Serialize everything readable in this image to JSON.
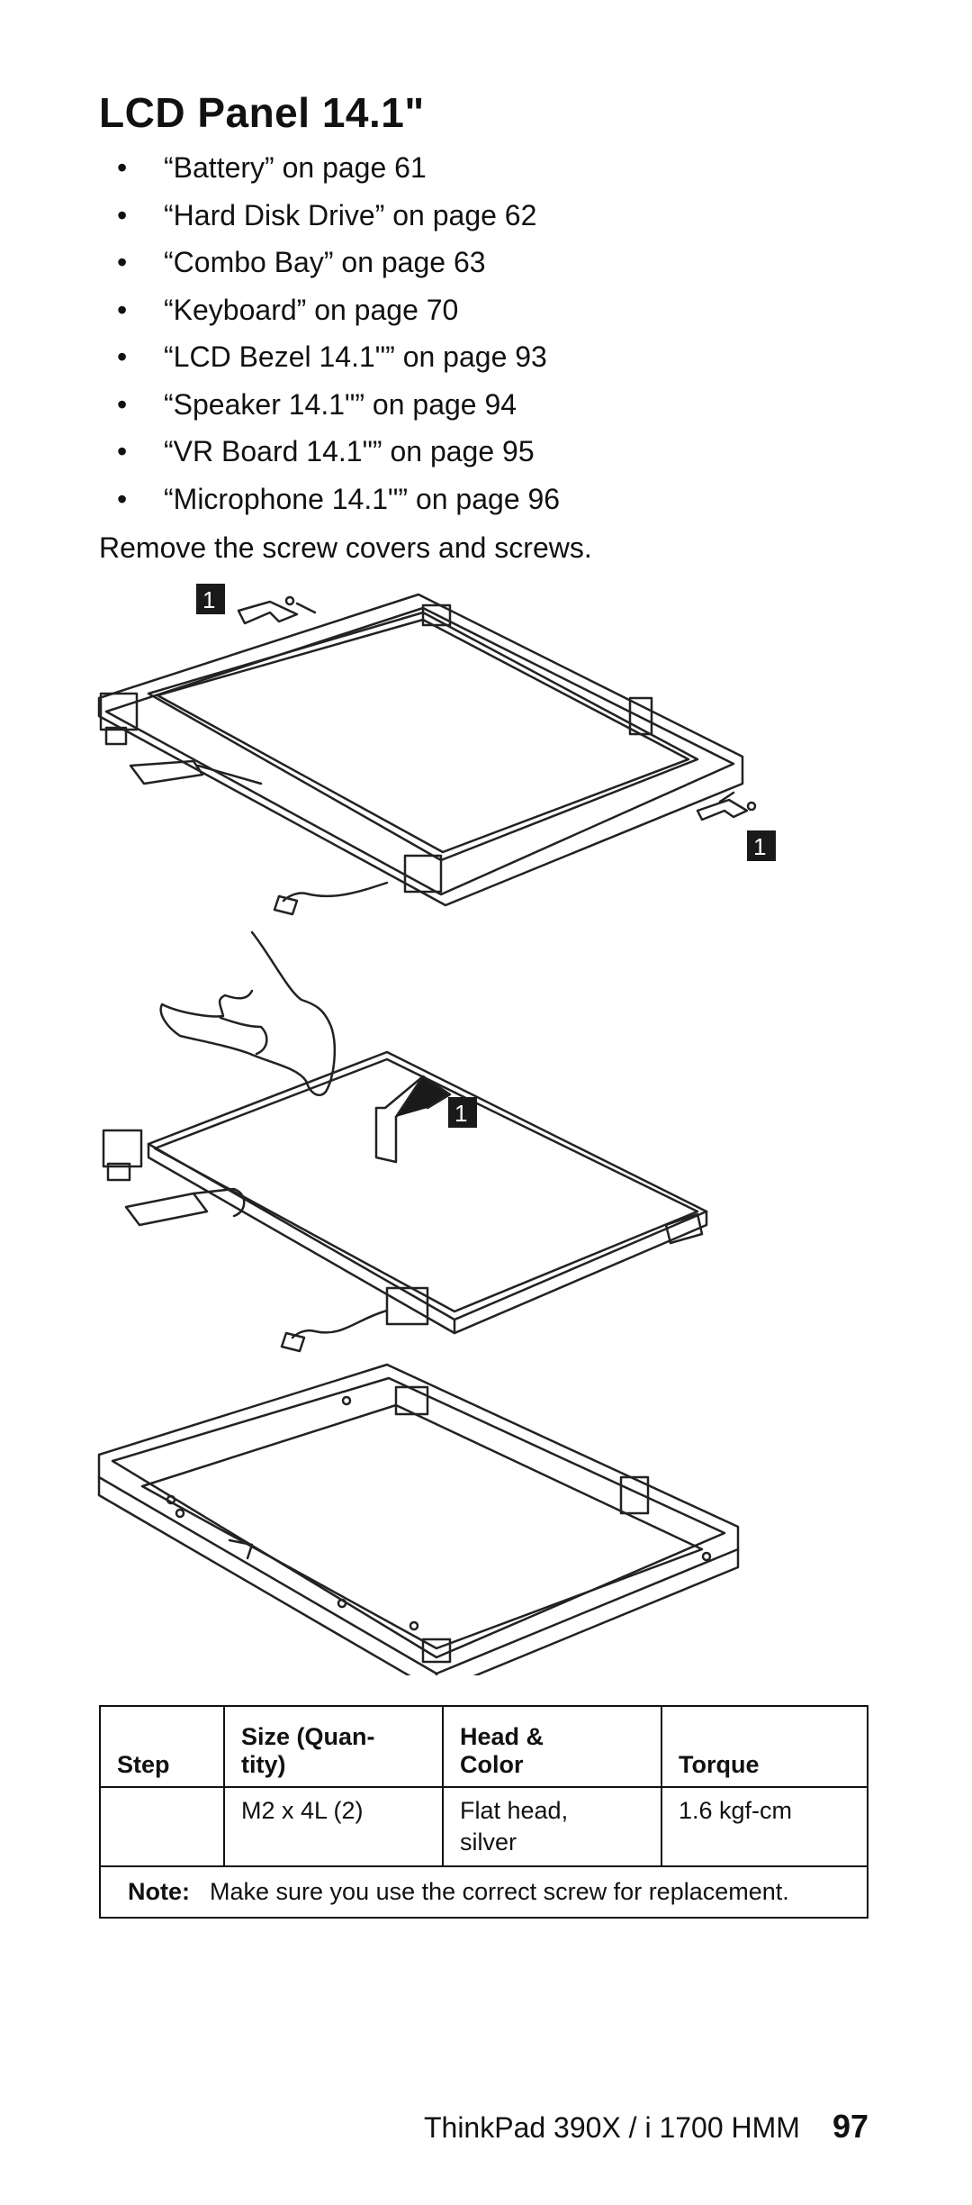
{
  "title": "LCD Panel 14.1\"",
  "prerequisites": [
    "“Battery” on page  61",
    "“Hard Disk Drive” on page  62",
    "“Combo Bay” on page  63",
    "“Keyboard” on page  70",
    "“LCD Bezel 14.1\"” on page  93",
    "“Speaker 14.1\"” on page  94",
    "“VR Board 14.1\"” on page  95",
    "“Microphone 14.1\"” on page  96"
  ],
  "instruction": "Remove the screw covers and screws.",
  "figure": {
    "callouts": [
      "1",
      "1",
      "1"
    ]
  },
  "table": {
    "headers": [
      "Step",
      "Size (Quan-\ntity)",
      "Head &\nColor",
      "Torque"
    ],
    "rows": [
      [
        "",
        "M2 x 4L (2)",
        "Flat head,\nsilver",
        "1.6 kgf-cm"
      ]
    ],
    "note_label": "Note:",
    "note_text": "Make sure you use the correct screw for replacement."
  },
  "footer": {
    "doc_title": "ThinkPad 390X / i 1700 HMM",
    "page_number": "97"
  }
}
